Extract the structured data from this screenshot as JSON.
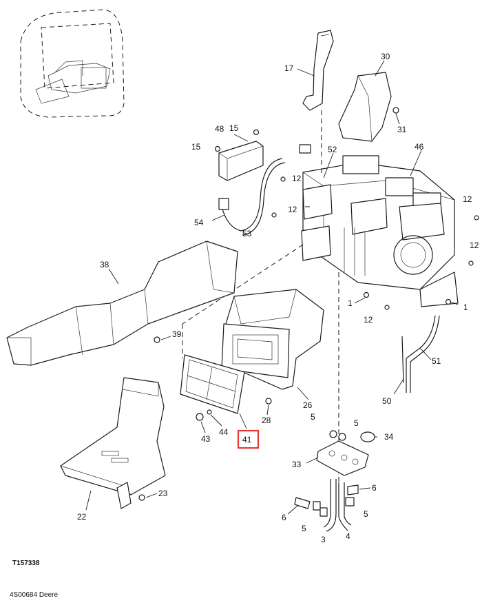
{
  "diagram": {
    "callouts": {
      "c17": "17",
      "c30": "30",
      "c31": "31",
      "c48": "48",
      "c15a": "15",
      "c15b": "15",
      "c52": "52",
      "c46": "46",
      "c12a": "12",
      "c12b": "12",
      "c12c": "12",
      "c12d": "12",
      "c12e": "12",
      "c54": "54",
      "c53": "53",
      "c38": "38",
      "c1a": "1",
      "c1b": "1",
      "c39": "39",
      "c51": "51",
      "c26": "26",
      "c50": "50",
      "c28": "28",
      "c5a": "5",
      "c5b": "5",
      "c34": "34",
      "c43": "43",
      "c44": "44",
      "c41": "41",
      "c33": "33",
      "c22": "22",
      "c23": "23",
      "c6a": "6",
      "c6b": "6",
      "c5c": "5",
      "c5d": "5",
      "c3": "3",
      "c4": "4"
    },
    "highlight_color": "#e53935"
  },
  "footer": {
    "figure_id": "T157338",
    "source": "4S00684 Deere"
  }
}
